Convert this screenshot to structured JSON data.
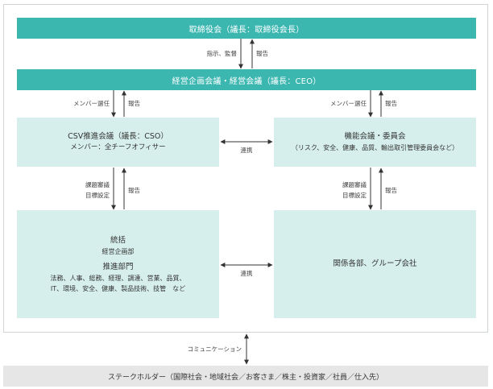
{
  "board": {
    "label": "取締役会（議長：取締役会長）"
  },
  "board_to_mgmt": {
    "down_label": "指示、監督",
    "up_label": "報告"
  },
  "mgmt": {
    "label": "経営企画会議・経営会議（議長：CEO）"
  },
  "mgmt_to_csv": {
    "down_label": "メンバー選任",
    "up_label": "報告"
  },
  "mgmt_to_func": {
    "down_label": "メンバー選任",
    "up_label": "報告"
  },
  "csv": {
    "title": "CSV推進会議（議長：CSO）",
    "subtitle": "メンバー：全チーフオフィサー"
  },
  "func": {
    "title": "機能会議・委員会",
    "subtitle": "（リスク、安全、健康、品質、輸出取引管理委員会など）"
  },
  "link_top": {
    "label": "連携"
  },
  "csv_to_unit": {
    "down_label_1": "課題審議",
    "down_label_2": "目標設定",
    "up_label": "報告"
  },
  "func_to_dept": {
    "down_label_1": "課題審議",
    "down_label_2": "目標設定",
    "up_label": "報告"
  },
  "unit": {
    "title": "統括",
    "line1": "経営企画部",
    "title2": "推進部門",
    "line2": "法務、人事、総務、経理、調達、営業、品質、",
    "line3": "IT、環境、安全、健康、製品技術、技管　など"
  },
  "link_bottom": {
    "label": "連携"
  },
  "dept": {
    "label": "関係各部、グループ会社"
  },
  "comm": {
    "label": "コミュニケーション"
  },
  "stakeholders": {
    "label": "ステークホルダー（国際社会・地域社会／お客さま／株主・投資家／社員／仕入先）"
  },
  "colors": {
    "teal": "#3bb7b0",
    "pale_teal": "#d6efec",
    "stakeholder_gray": "#e6e6e6",
    "arrow": "#333333"
  }
}
